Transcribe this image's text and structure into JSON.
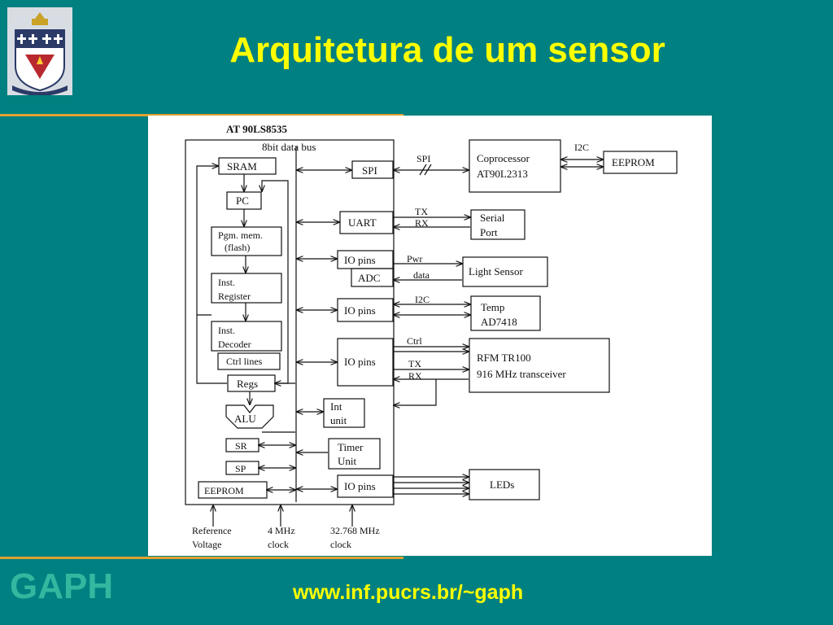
{
  "slide": {
    "title": "Arquitetura de um sensor",
    "footer_brand": "GAPH",
    "footer_url": "www.inf.pucrs.br/~gaph"
  },
  "colors": {
    "background": "#008080",
    "title": "#ffff00",
    "rule": "#e0a030",
    "brand": "#33b8a0",
    "panel": "#ffffff"
  },
  "logo": {
    "icon": "university-crest-icon"
  },
  "diagram": {
    "chip_label": "AT 90LS8535",
    "bus_label": "8bit data bus",
    "internal": {
      "sram": "SRAM",
      "pc": "PC",
      "pgm_mem": [
        "Pgm. mem.",
        "(flash)"
      ],
      "inst_register": [
        "Inst.",
        "Register"
      ],
      "inst_decoder": [
        "Inst.",
        "Decoder"
      ],
      "ctrl_lines": "Ctrl lines",
      "regs": "Regs",
      "alu": "ALU",
      "sr": "SR",
      "sp": "SP",
      "eeprom": "EEPROM"
    },
    "ports": {
      "spi": "SPI",
      "uart": "UART",
      "io_pins": "IO pins",
      "adc": "ADC",
      "int_unit": [
        "Int",
        "unit"
      ],
      "timer_unit": [
        "Timer",
        "Unit"
      ]
    },
    "external": {
      "coprocessor": [
        "Coprocessor",
        "AT90L2313"
      ],
      "eeprom": "EEPROM",
      "serial_port": [
        "Serial",
        "Port"
      ],
      "light_sensor": "Light Sensor",
      "temp": [
        "Temp",
        "AD7418"
      ],
      "rfm": [
        "RFM TR100",
        "916 MHz transceiver"
      ],
      "leds": "LEDs"
    },
    "signals": {
      "spi": "SPI",
      "i2c_top": "I2C",
      "tx": "TX",
      "rx": "RX",
      "pwr": "Pwr",
      "data": "data",
      "i2c": "I2C",
      "ctrl": "Ctrl",
      "tx2": "TX",
      "rx2": "RX"
    },
    "inputs": {
      "reference": [
        "Reference",
        "Voltage"
      ],
      "clock_4": [
        "4 MHz",
        "clock"
      ],
      "clock_32": [
        "32.768 MHz",
        "clock"
      ]
    }
  }
}
